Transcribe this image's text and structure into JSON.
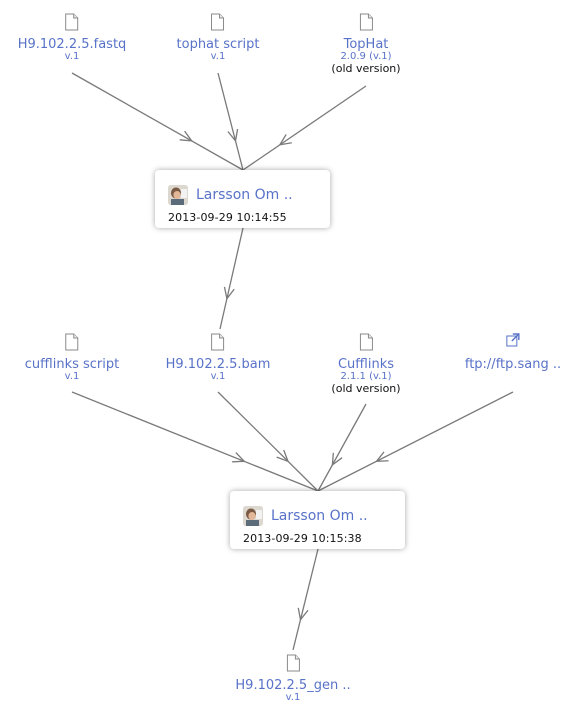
{
  "inputs_1": [
    {
      "name": "H9.102.2.5.fastq",
      "version": "v.1",
      "note": "",
      "icon": "document-icon"
    },
    {
      "name": "tophat script",
      "version": "v.1",
      "note": "",
      "icon": "document-icon"
    },
    {
      "name": "TopHat",
      "version": "2.0.9 (v.1)",
      "note": "(old version)",
      "icon": "document-icon"
    }
  ],
  "run_1": {
    "user": "Larsson Om ..",
    "timestamp": "2013-09-29 10:14:55",
    "icon": "user-avatar"
  },
  "inputs_2": [
    {
      "name": "cufflinks script",
      "version": "v.1",
      "note": "",
      "icon": "document-icon"
    },
    {
      "name": "H9.102.2.5.bam",
      "version": "v.1",
      "note": "",
      "icon": "document-icon"
    },
    {
      "name": "Cufflinks",
      "version": "2.1.1 (v.1)",
      "note": "(old version)",
      "icon": "document-icon"
    },
    {
      "name": "ftp://ftp.sang ..",
      "version": "",
      "note": "",
      "icon": "external-link-icon"
    }
  ],
  "run_2": {
    "user": "Larsson Om ..",
    "timestamp": "2013-09-29 10:15:38",
    "icon": "user-avatar"
  },
  "output": {
    "name": "H9.102.2.5_gen ..",
    "version": "v.1",
    "icon": "document-icon"
  },
  "colors": {
    "link": "#5872c8",
    "edge": "#7a7a7a",
    "text": "#111111"
  }
}
